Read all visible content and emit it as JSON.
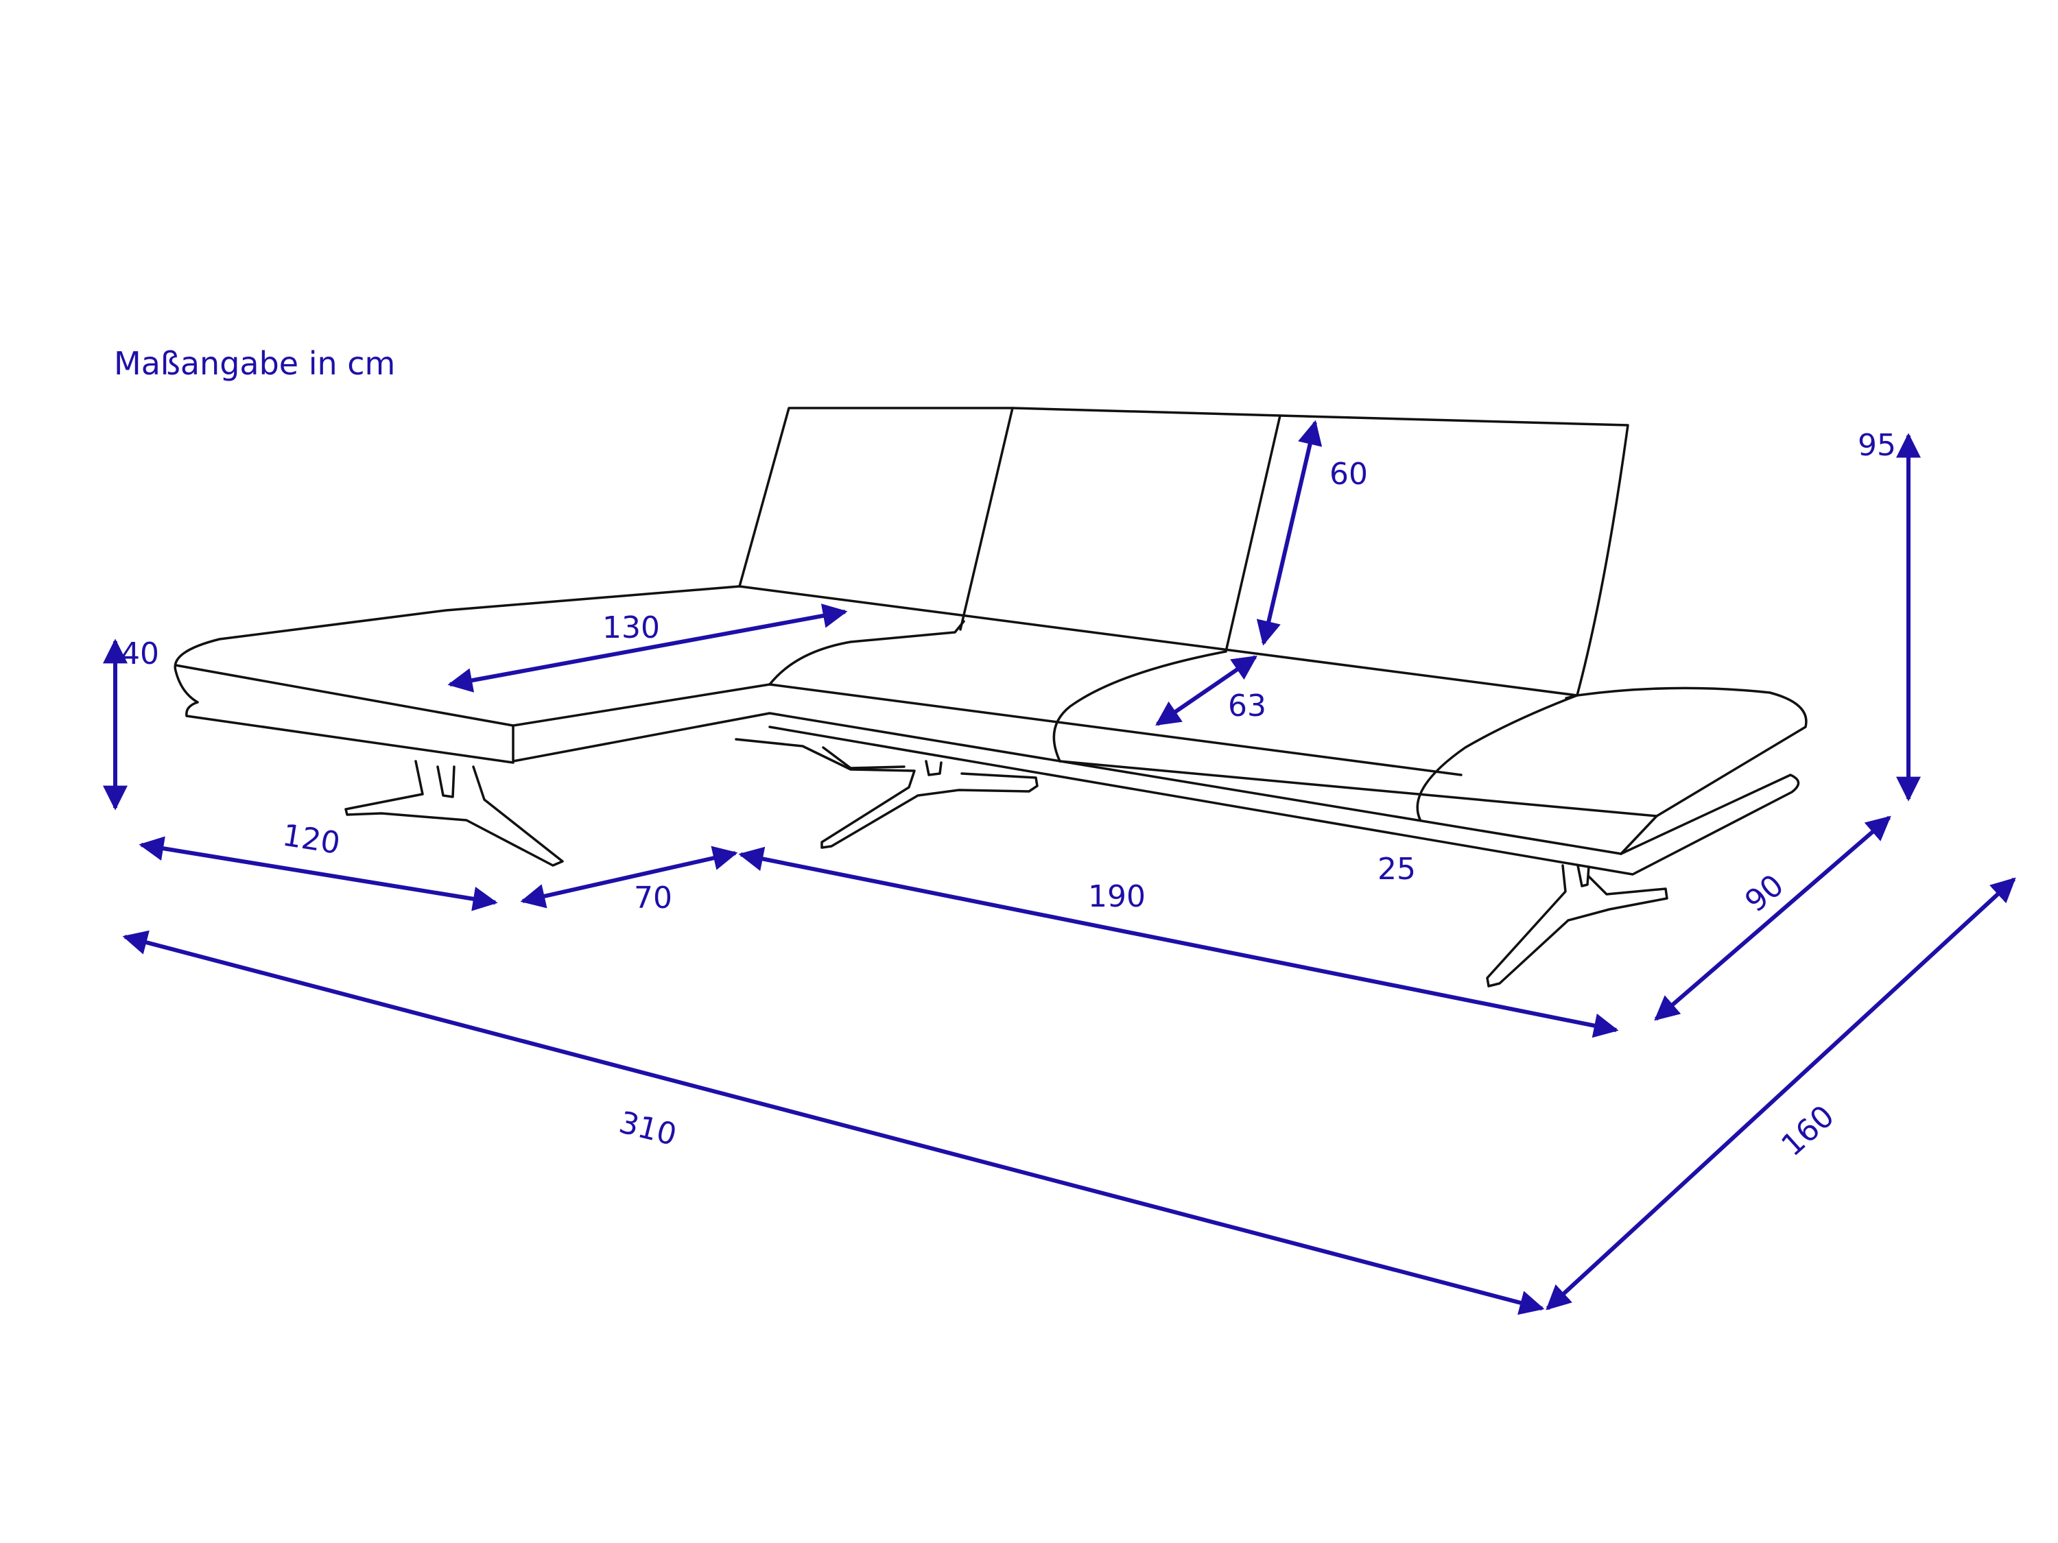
{
  "title": "Maßangabe in cm",
  "colors": {
    "dimension": "#1e0fa8",
    "outline": "#111111",
    "background": "#ffffff"
  },
  "dimensions": {
    "seat_depth_left": "130",
    "back_height": "60",
    "seat_depth": "63",
    "total_height": "95",
    "seat_height": "40",
    "chaise_width": "120",
    "corner_width": "70",
    "main_width": "190",
    "armrest_width": "25",
    "depth": "90",
    "total_width": "310",
    "total_depth": "160"
  }
}
